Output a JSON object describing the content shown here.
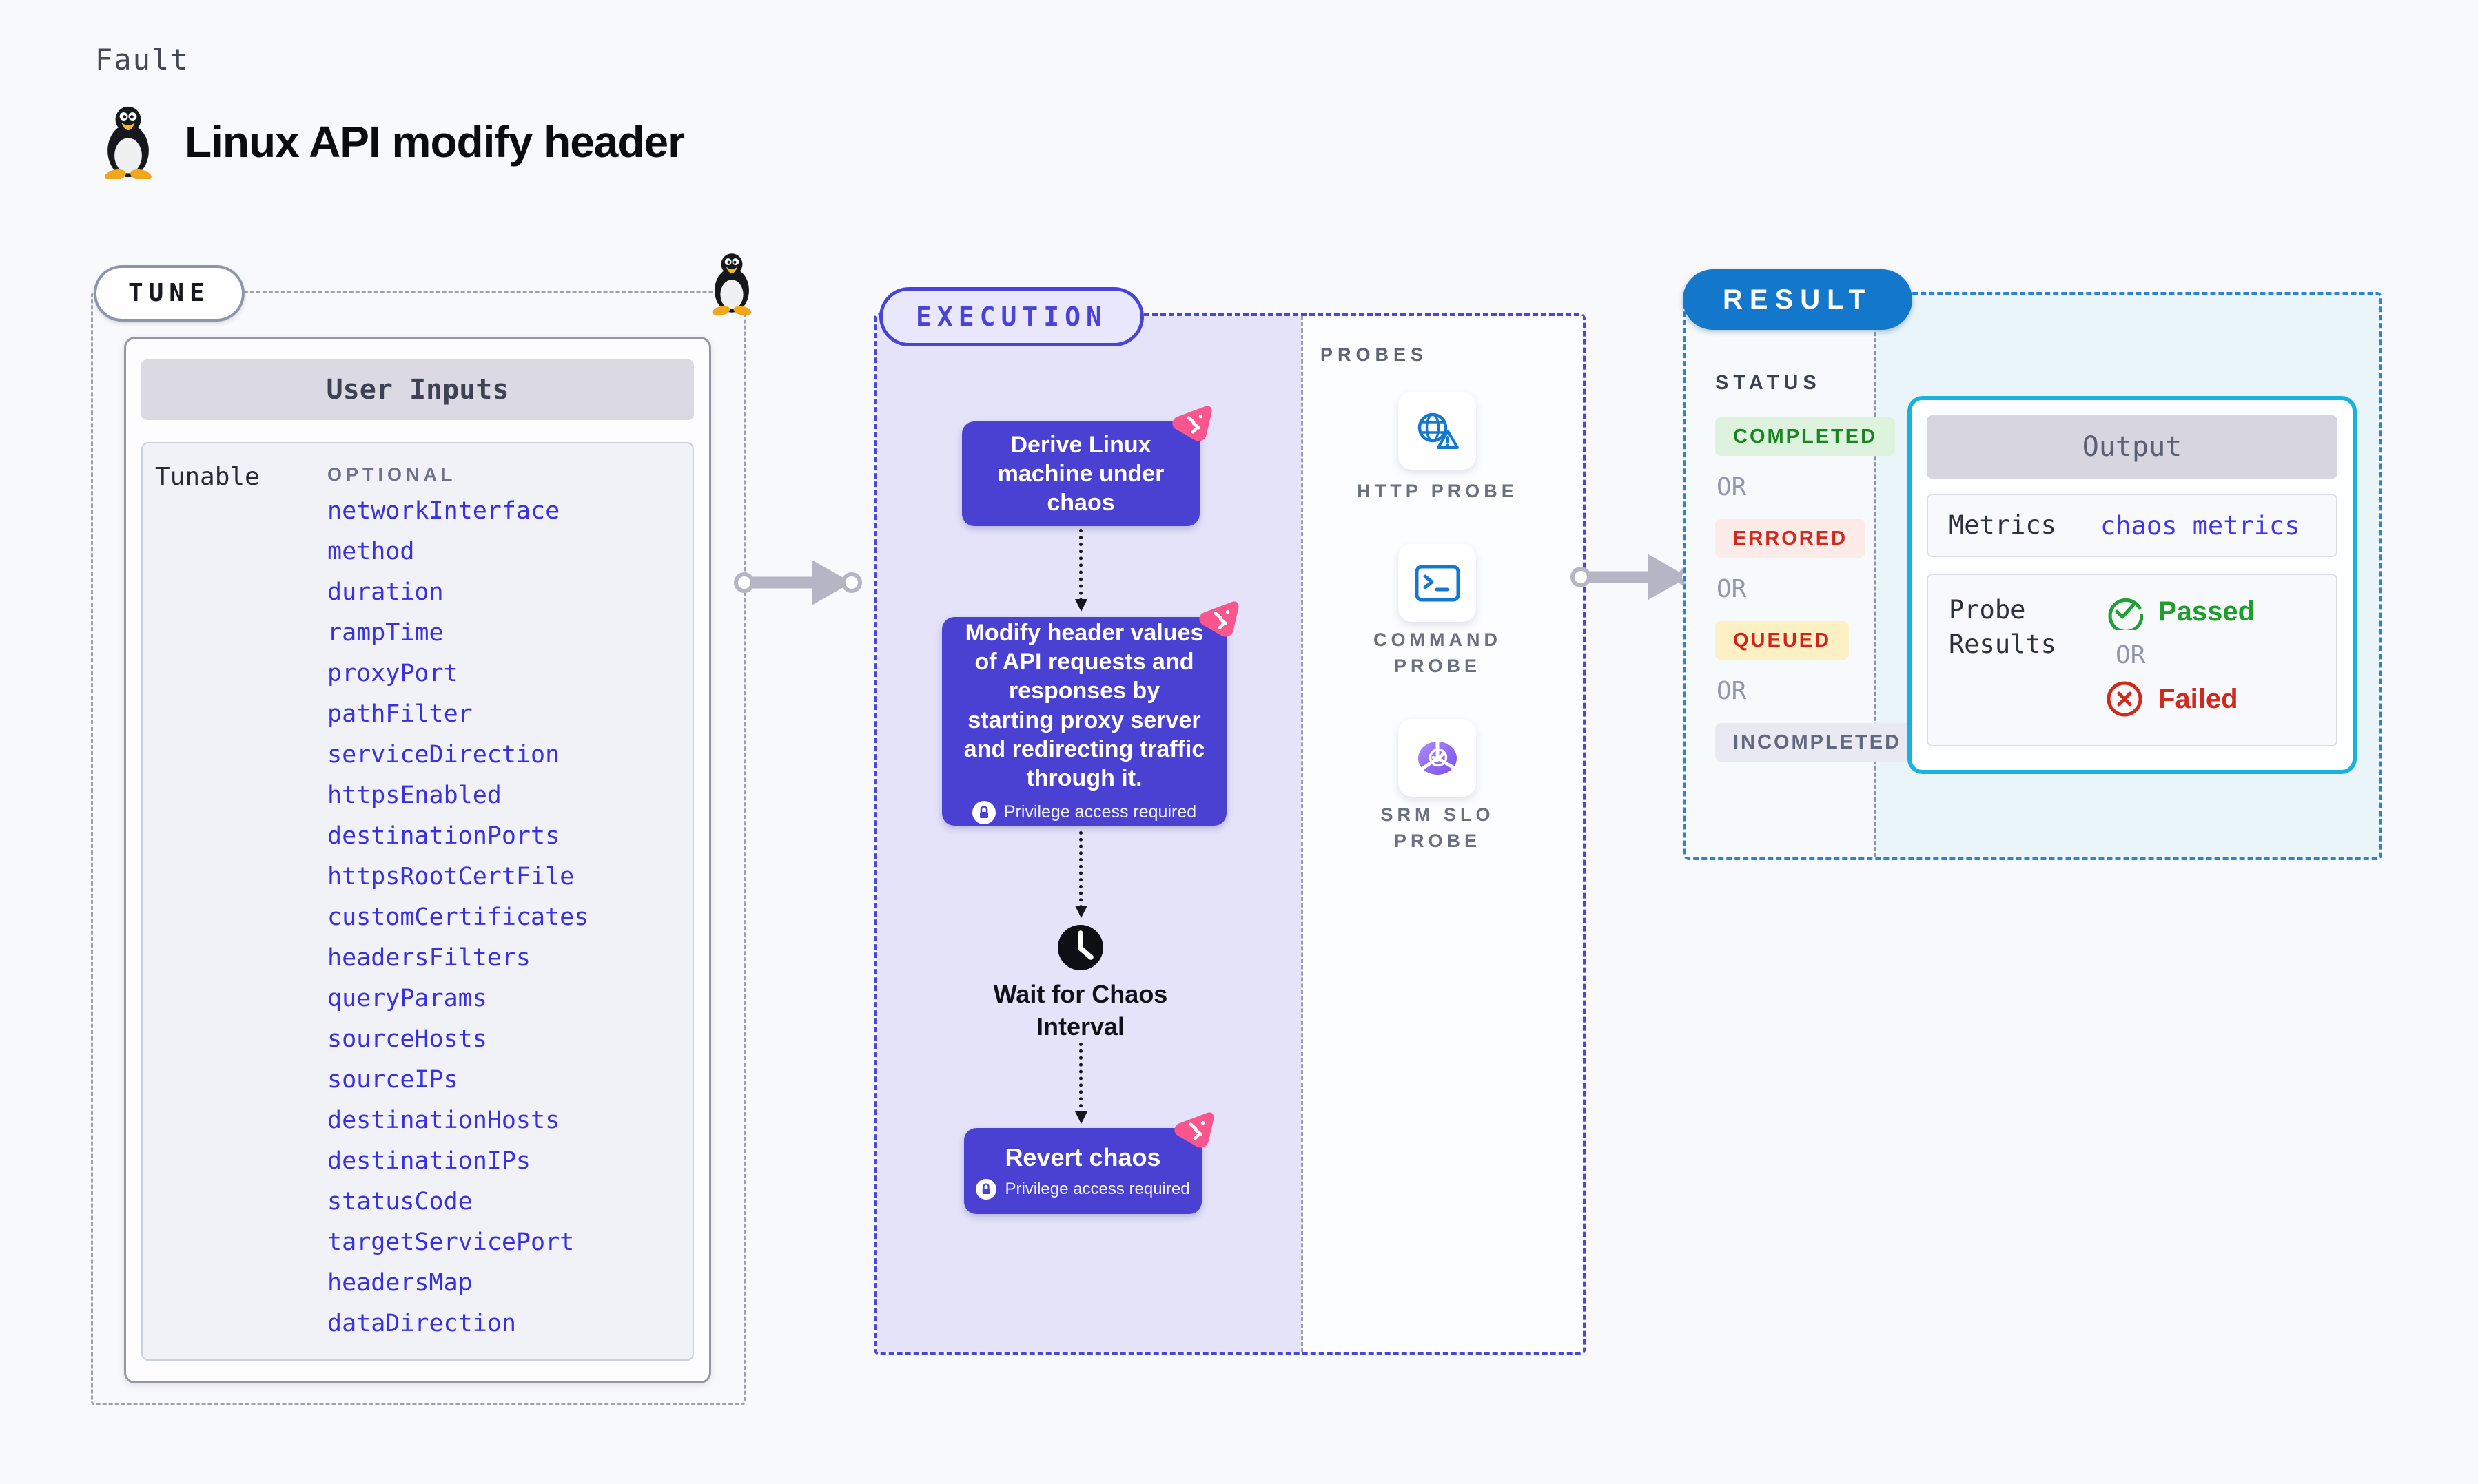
{
  "page": {
    "kicker": "Fault",
    "title": "Linux API modify header"
  },
  "tune": {
    "badge": "TUNE",
    "card_title": "User Inputs",
    "row_label": "Tunable",
    "column_label": "OPTIONAL",
    "tunables": [
      "networkInterface",
      "method",
      "duration",
      "rampTime",
      "proxyPort",
      "pathFilter",
      "serviceDirection",
      "httpsEnabled",
      "destinationPorts",
      "httpsRootCertFile",
      "customCertificates",
      "headersFilters",
      "queryParams",
      "sourceHosts",
      "sourceIPs",
      "destinationHosts",
      "destinationIPs",
      "statusCode",
      "targetServicePort",
      "headersMap",
      "dataDirection"
    ]
  },
  "execution": {
    "badge": "EXECUTION",
    "steps": {
      "derive": "Derive Linux machine under chaos",
      "inject": "Modify header values of API requests and responses by starting proxy server and redirecting traffic through it.",
      "wait": "Wait for Chaos Interval",
      "revert": "Revert chaos"
    },
    "privilege_note": "Privilege access required"
  },
  "probes": {
    "label": "PROBES",
    "items": [
      {
        "name": "HTTP PROBE",
        "icon": "globe-alert-icon"
      },
      {
        "name": "COMMAND PROBE",
        "icon": "terminal-icon"
      },
      {
        "name": "SRM SLO PROBE",
        "icon": "slo-donut-icon"
      }
    ]
  },
  "result": {
    "badge": "RESULT",
    "status_label": "STATUS",
    "or_label": "OR",
    "statuses": [
      {
        "label": "COMPLETED",
        "bg": "#def3dd",
        "fg": "#1b8422"
      },
      {
        "label": "ERRORED",
        "bg": "#fcebe8",
        "fg": "#d02a1d"
      },
      {
        "label": "QUEUED",
        "bg": "#fdf0c5",
        "fg": "#ce241b"
      },
      {
        "label": "INCOMPLETED",
        "bg": "#e9eaf1",
        "fg": "#626880"
      }
    ],
    "output": {
      "title": "Output",
      "metrics_label": "Metrics",
      "metrics_link": "chaos metrics",
      "probe_results_label": "Probe Results",
      "passed_label": "Passed",
      "or_label": "OR",
      "failed_label": "Failed"
    }
  },
  "colors": {
    "accent_indigo": "#4b43d8",
    "step_fill": "#4a41d3",
    "execution_fill": "#e4e3fa",
    "link_blue": "#3a30de",
    "result_blue": "#1377cc",
    "output_border_cyan": "#17b3de",
    "fault_badge_pink": "#f8568c",
    "arrow_gray": "#b5b5c5",
    "passed_green": "#1f9e2c",
    "failed_red": "#d2291d"
  }
}
